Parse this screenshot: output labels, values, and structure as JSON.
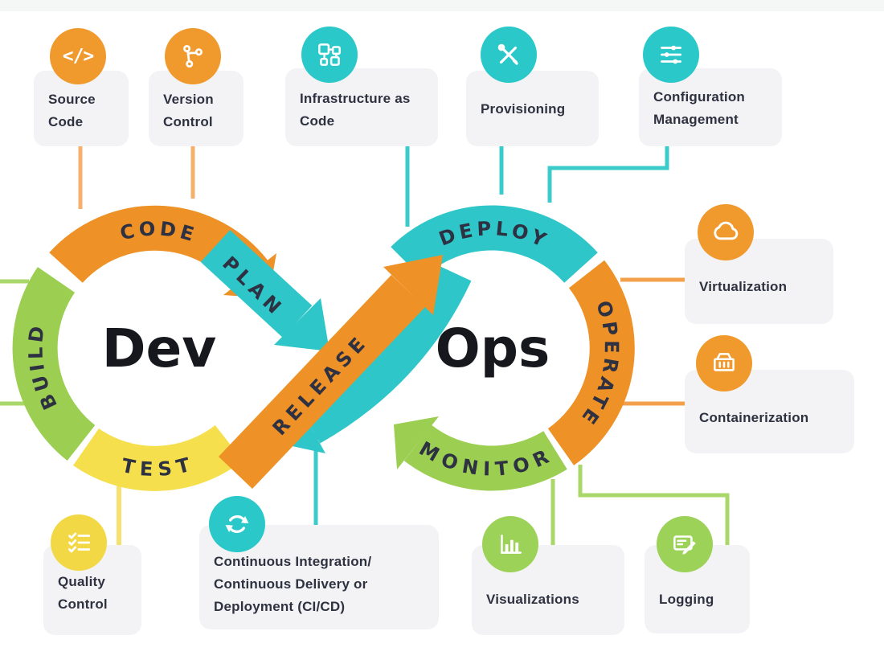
{
  "title_left": "Dev",
  "title_right": "Ops",
  "loop_segments": {
    "code": "CODE",
    "plan": "PLAN",
    "build": "BUILD",
    "test": "TEST",
    "release": "RELEASE",
    "deploy": "DEPLOY",
    "operate": "OPERATE",
    "monitor": "MONITOR"
  },
  "cards": [
    {
      "title": "Source Code",
      "icon": "code-icon",
      "glyph": "</>",
      "accent": "#F09A2E"
    },
    {
      "title": "Version Control",
      "icon": "git-branch-icon",
      "accent": "#F09A2E"
    },
    {
      "title": "Infrastructure as Code",
      "icon": "flowchart-icon",
      "accent": "#2BC8C9"
    },
    {
      "title": "Provisioning",
      "icon": "tools-icon",
      "accent": "#2BC8C9"
    },
    {
      "title": "Configuration Management",
      "icon": "sliders-icon",
      "accent": "#2BC8C9"
    },
    {
      "title": "Virtualization",
      "icon": "cloud-icon",
      "accent": "#F09A2E"
    },
    {
      "title": "Containerization",
      "icon": "container-icon",
      "accent": "#F09A2E"
    },
    {
      "title": "Quality Control",
      "icon": "checklist-icon",
      "accent": "#F2D844"
    },
    {
      "title": "Continuous Integration/ Continuous Delivery or Deployment (CI/CD)",
      "icon": "sync-icon",
      "accent": "#2BC8C9"
    },
    {
      "title": "Visualizations",
      "icon": "bar-chart-icon",
      "accent": "#9CD258"
    },
    {
      "title": "Logging",
      "icon": "log-file-icon",
      "accent": "#9CD258"
    }
  ],
  "colors": {
    "orange": "#EE9126",
    "teal": "#2EC6C8",
    "green": "#9BCE51",
    "yellow": "#F5DF4D",
    "card_bg": "#F3F3F5",
    "text_dark": "#2E3240",
    "label_dark": "#2D3142",
    "connector_orange": "#F5B06B",
    "connector_teal": "#3CCBCB",
    "connector_green": "#A9D76A",
    "connector_yellow": "#F6E273"
  }
}
